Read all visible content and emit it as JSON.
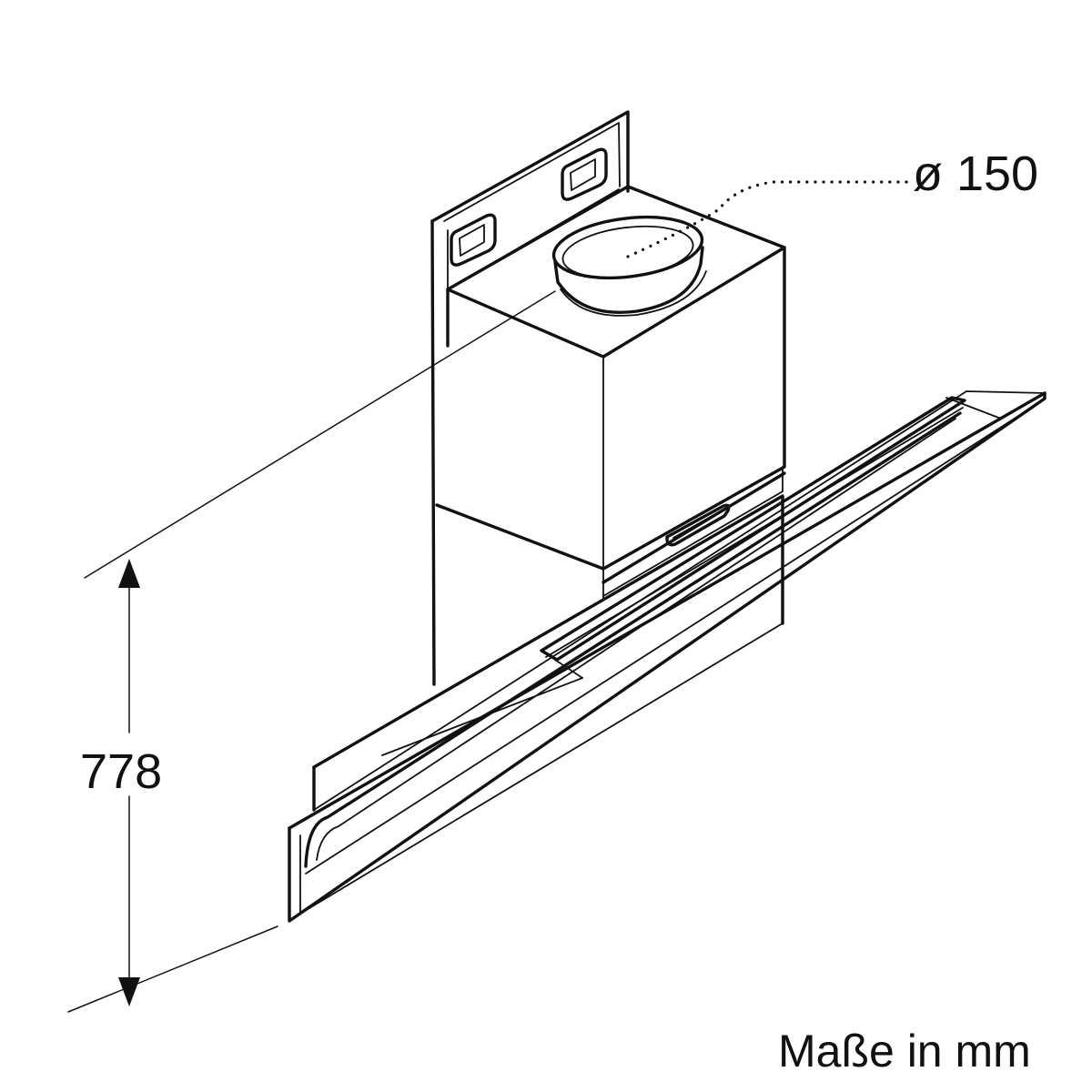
{
  "annotations": {
    "diameter_label": "ø 150",
    "height_label": "778",
    "units_note": "Maße in mm"
  },
  "colors": {
    "line": "#111111",
    "background": "#ffffff"
  }
}
